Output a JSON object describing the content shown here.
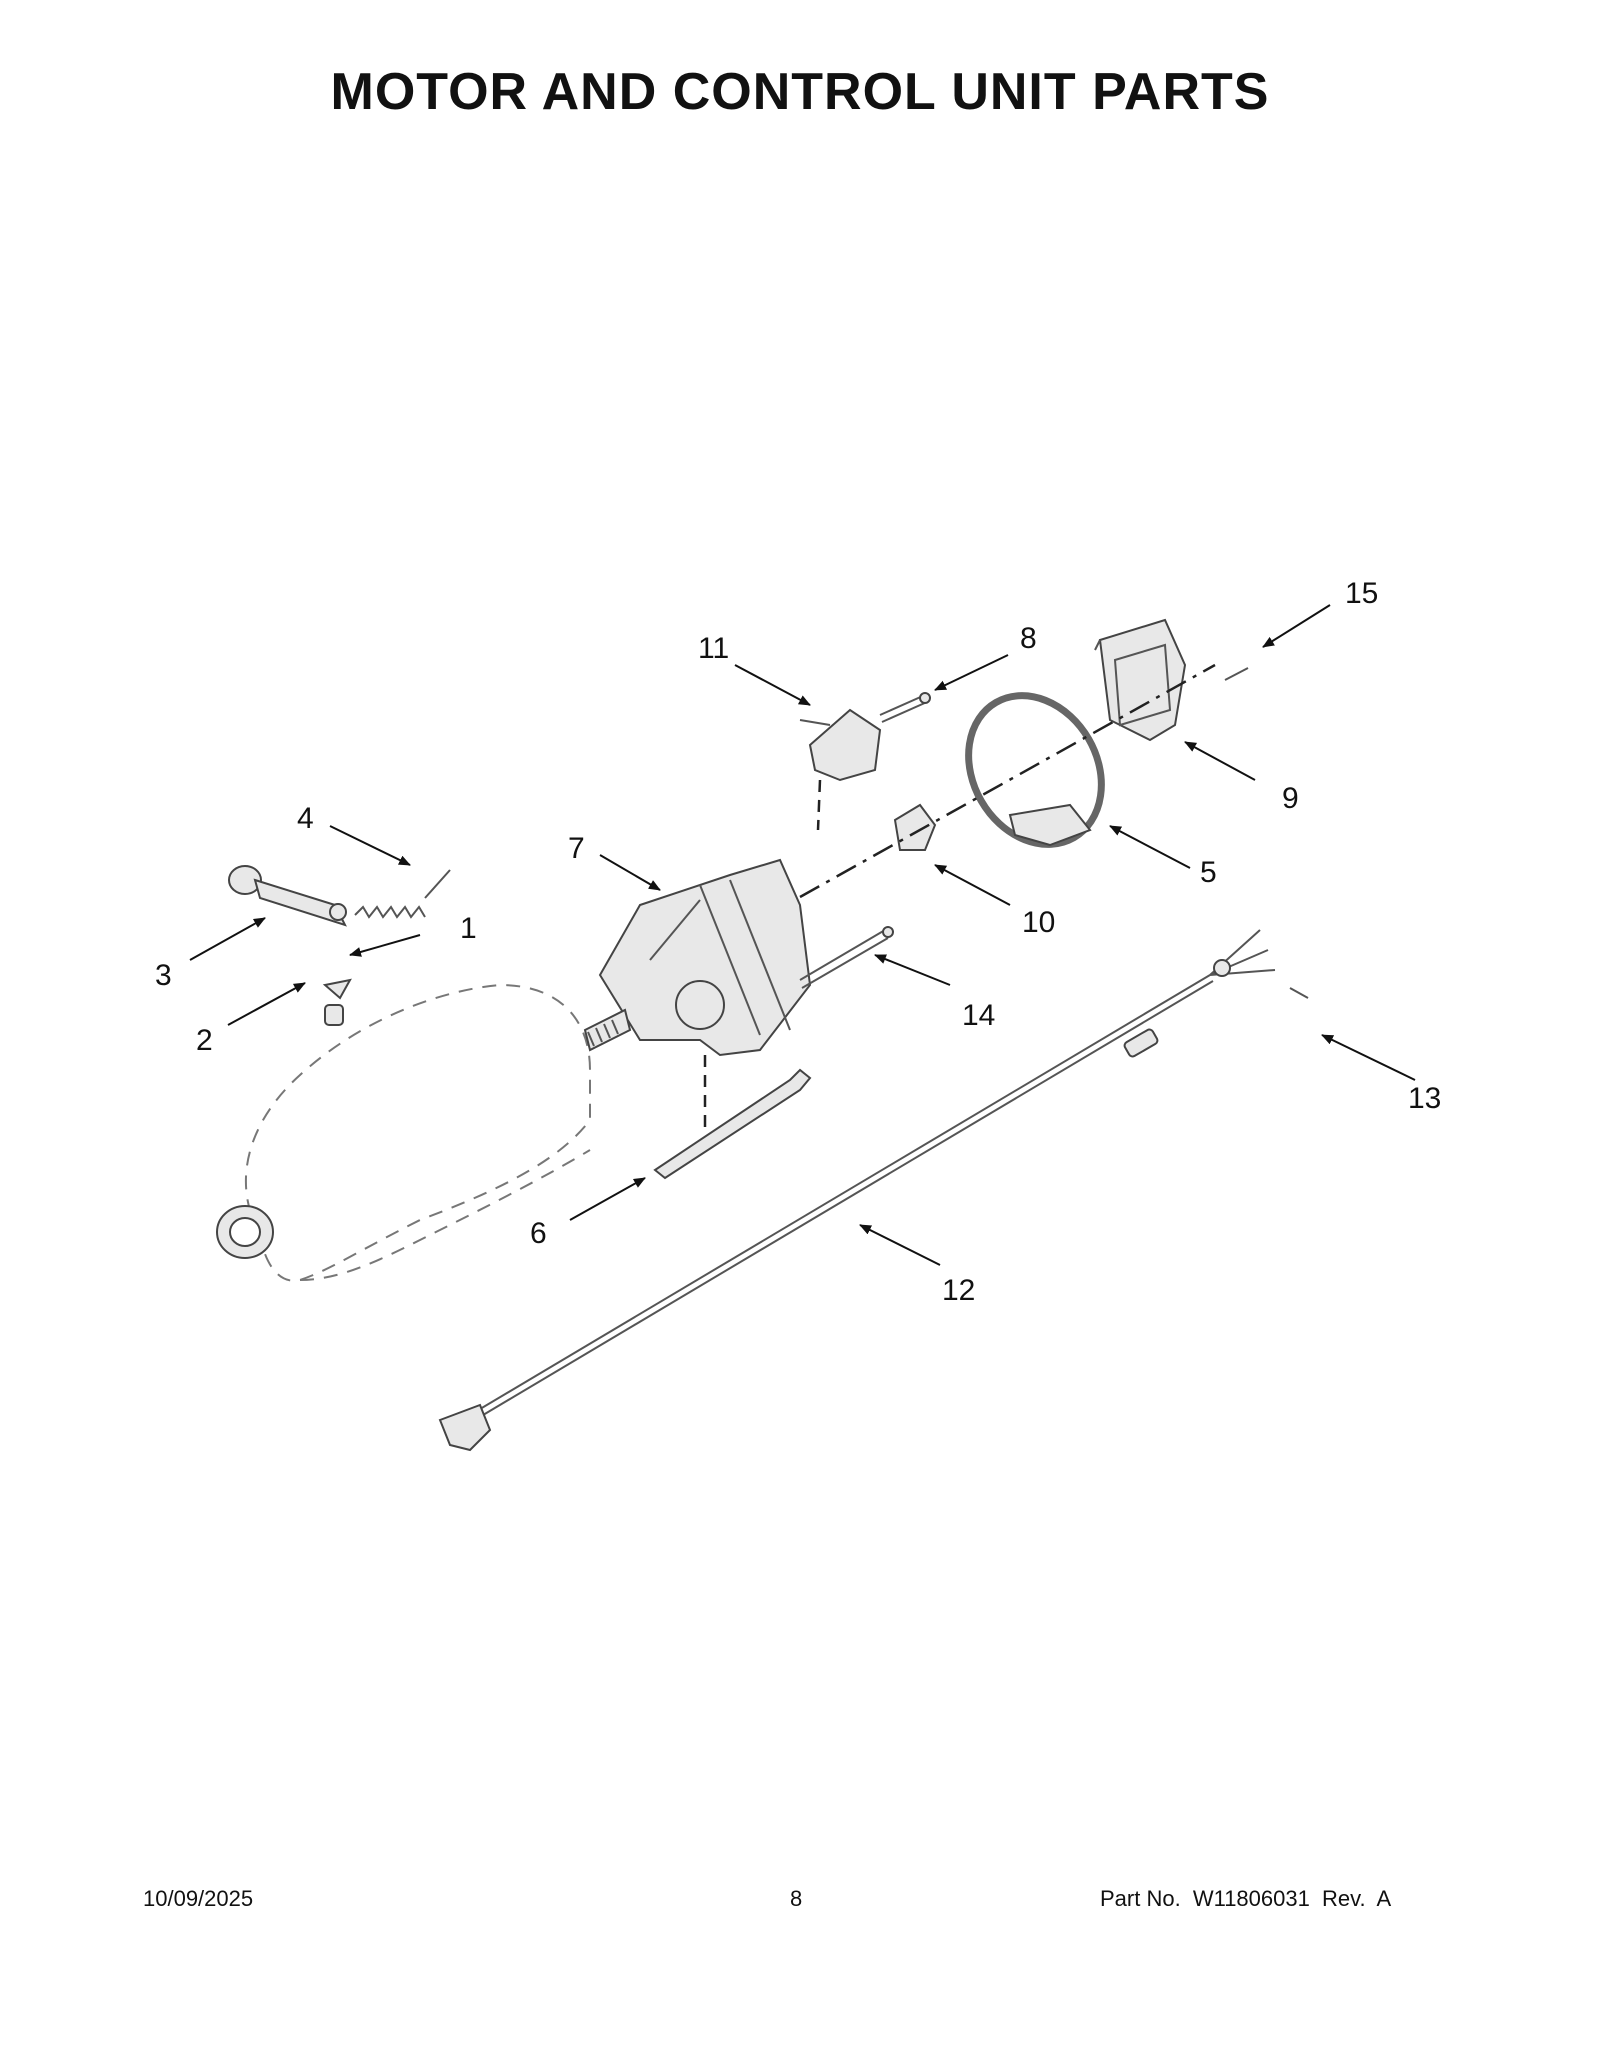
{
  "title": "MOTOR AND CONTROL UNIT PARTS",
  "callouts": [
    "1",
    "2",
    "3",
    "4",
    "5",
    "6",
    "7",
    "8",
    "9",
    "10",
    "11",
    "12",
    "13",
    "14",
    "15"
  ],
  "footer": {
    "date": "10/09/2025",
    "page": "8",
    "part_label": "Part No.",
    "part_number": "W11806031",
    "rev_label": "Rev.",
    "rev": "A"
  }
}
